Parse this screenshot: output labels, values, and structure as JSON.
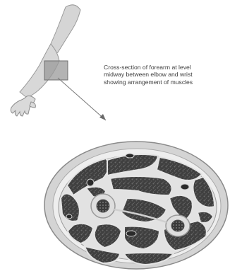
{
  "figure": {
    "caption_lines": [
      "Cross-section of forearm at level",
      "midway between elbow and wrist",
      "showing arrangement of muscles"
    ]
  },
  "colors": {
    "skin": "#d7d7d7",
    "skin_outline": "#8a8a8a",
    "muscle": "#3f3f3f",
    "muscle_speckle": "#6a6a6a",
    "fascia": "#e6e6e6",
    "bone": "#dcdcdc",
    "marrow": "#2e2e2e"
  }
}
